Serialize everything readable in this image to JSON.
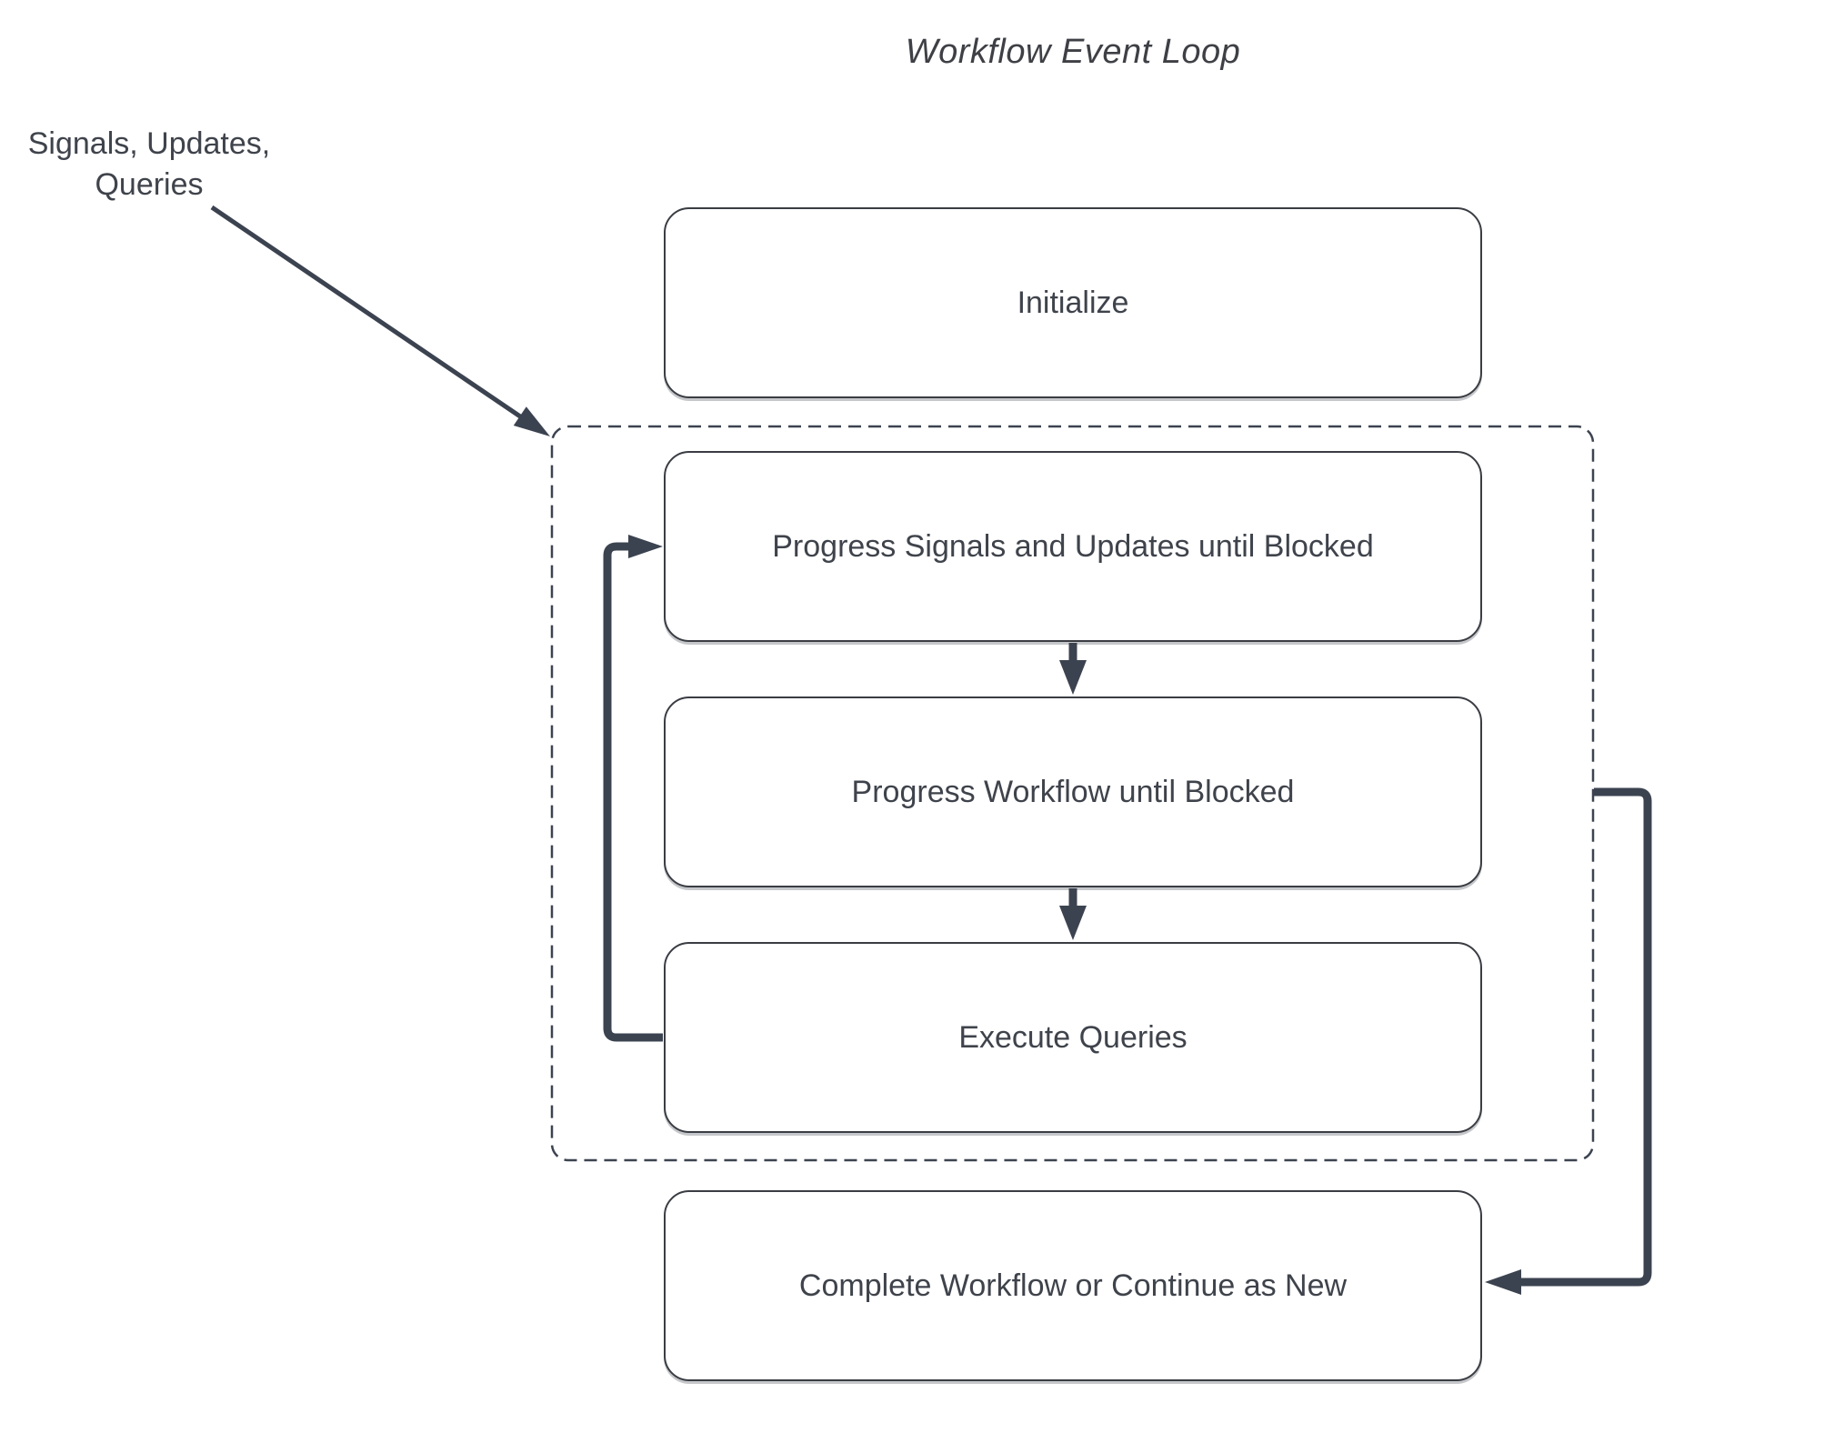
{
  "title": "Workflow Event Loop",
  "annotation": {
    "label": "Signals, Updates,\nQueries"
  },
  "nodes": [
    {
      "id": "initialize",
      "label": "Initialize"
    },
    {
      "id": "progress-signals",
      "label": "Progress Signals and Updates until Blocked"
    },
    {
      "id": "progress-workflow",
      "label": "Progress Workflow until Blocked"
    },
    {
      "id": "execute-queries",
      "label": "Execute Queries"
    },
    {
      "id": "complete",
      "label": "Complete Workflow or Continue as New"
    }
  ],
  "edges": [
    {
      "from": "signals-updates-queries-annotation",
      "to": "event-loop-group"
    },
    {
      "from": "progress-signals",
      "to": "progress-workflow"
    },
    {
      "from": "progress-workflow",
      "to": "execute-queries"
    },
    {
      "from": "execute-queries",
      "to": "progress-signals"
    },
    {
      "from": "event-loop-group",
      "to": "complete"
    }
  ],
  "colors": {
    "line": "#3C4350",
    "box-border": "#3A3D43",
    "text": "#3F434B",
    "title": "#3E4045",
    "bg": "#FFFFFF"
  }
}
